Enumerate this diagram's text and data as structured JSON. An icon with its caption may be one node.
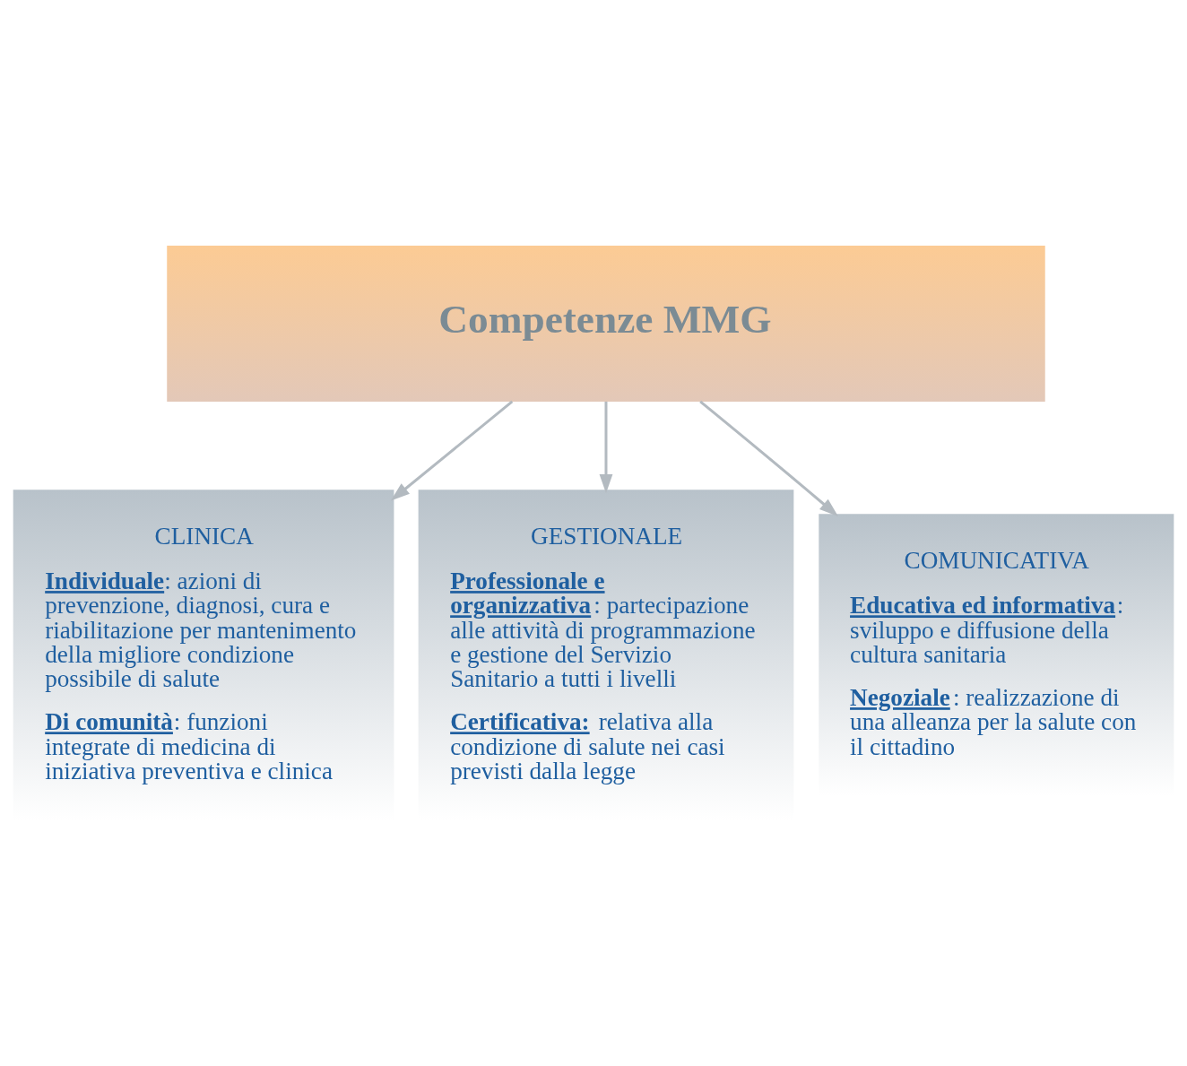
{
  "diagram": {
    "nodes": [
      {
        "text": [
          "Competenze MMG"
        ]
      },
      {
        "text": [
          "CLINICA",
          "**Individuale**: azioni di prevenzione, diagnosi, cura e riabilitazione per mantenimento della migliore condizione possibile di salute",
          "**Di comunità**: funzioni integrate di medicina di iniziativa preventiva e clinica"
        ]
      },
      {
        "text": [
          "GESTIONALE",
          "**Professionale e organizzativa**: partecipazione alle attività di programmazione e gestione del Servizio Sanitario a tutti i livelli",
          "**Certificativa:** relativa alla condizione di salute nei casi previsti dalla legge"
        ]
      },
      {
        "text": [
          "COMUNICATIVA",
          "**Educativa ed informativa**: sviluppo e diffusione della cultura sanitaria",
          "**Negoziale**: realizzazione di una alleanza per la salute con il cittadino"
        ]
      }
    ],
    "edges": [
      {
        "from": 0,
        "to": 1,
        "arrow": "to"
      },
      {
        "from": 0,
        "to": 2,
        "arrow": "to"
      },
      {
        "from": 0,
        "to": 3,
        "arrow": "to"
      }
    ]
  }
}
